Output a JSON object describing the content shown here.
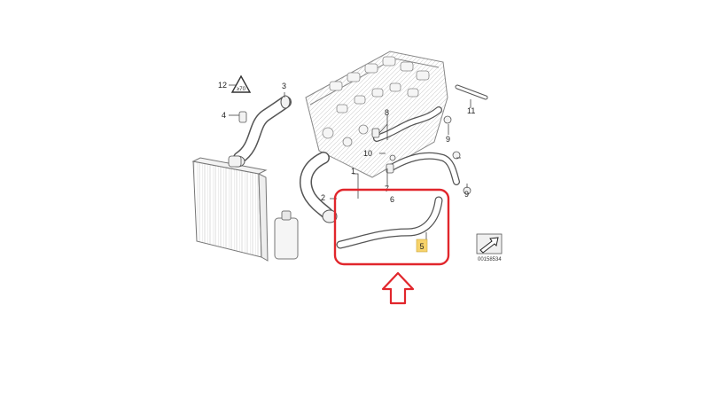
{
  "diagram": {
    "callouts": [
      "1",
      "2",
      "3",
      "4",
      "5",
      "6",
      "7",
      "8",
      "9",
      "9",
      "10",
      "11",
      "12"
    ],
    "highlighted_callout": "5",
    "cap_label": "≥70",
    "reference_code": "00158534"
  },
  "colors": {
    "line": "#4a4a4a",
    "highlight_box": "#e1262c",
    "arrow": "#e1262c",
    "callout_fill": "#f7d36b"
  },
  "icons": [
    "up-arrow-icon",
    "view-direction-icon"
  ]
}
